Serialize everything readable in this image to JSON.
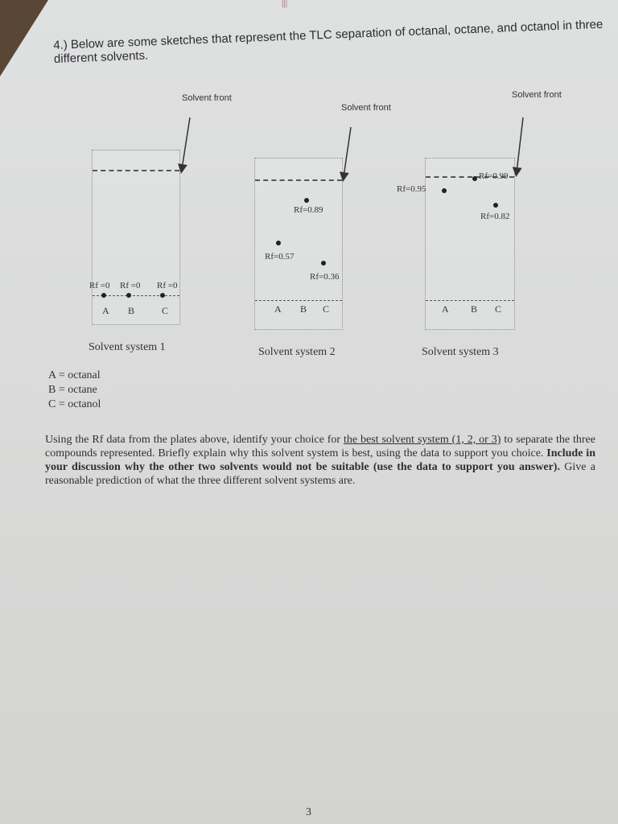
{
  "question": {
    "number": "4.)",
    "text": "Below are some sketches that represent the TLC separation of octanal, octane, and octanol in three different solvents."
  },
  "plates": [
    {
      "solvent_front_label": "Solvent front",
      "system_label": "Solvent system 1",
      "spots": [
        {
          "lane": "A",
          "rf": "Rf =0"
        },
        {
          "lane": "B",
          "rf": "Rf =0"
        },
        {
          "lane": "C",
          "rf": "Rf =0"
        }
      ]
    },
    {
      "solvent_front_label": "Solvent front",
      "system_label": "Solvent system 2",
      "spots": [
        {
          "lane": "A",
          "rf": "Rf=0.57"
        },
        {
          "lane": "B",
          "rf": "Rf=0.89"
        },
        {
          "lane": "C",
          "rf": "Rf=0.36"
        }
      ]
    },
    {
      "solvent_front_label": "Solvent front",
      "system_label": "Solvent system 3",
      "spots": [
        {
          "lane": "A",
          "rf": "Rf=0.99"
        },
        {
          "lane": "B",
          "rf": "Rf=0.95"
        },
        {
          "lane": "C",
          "rf": "Rf=0.82"
        }
      ]
    }
  ],
  "key": {
    "a": "A = octanal",
    "b": "B = octane",
    "c": "C = octanol"
  },
  "instructions": {
    "part1": "Using the Rf data from the plates above, identify your choice for ",
    "underlined": "the best solvent system (1, 2, or 3)",
    "part2": " to separate the three compounds represented. Briefly explain why this solvent system is best, using the data to support you choice. ",
    "bold": "Include in your discussion why the other two solvents would not be suitable (use the data to support you answer).",
    "part3": " Give a reasonable prediction of what the three different solvent systems are."
  },
  "page_number": "3"
}
